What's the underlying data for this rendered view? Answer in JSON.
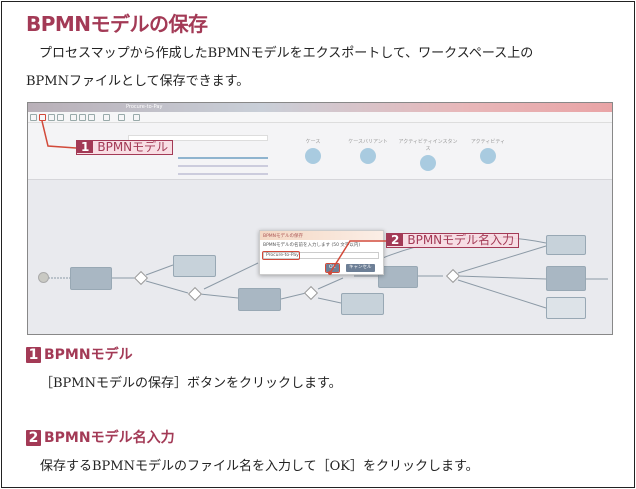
{
  "title": "BPMNモデルの保存",
  "intro": [
    "　プロセスマップから作成したBPMNモデルをエクスポートして、ワークスペース上の",
    "BPMNファイルとして保存できます。"
  ],
  "screenshot": {
    "window_title": "Procure-to-Pay",
    "stats": [
      "ケース",
      "ケースバリアント",
      "アクティビティインスタンス",
      "アクティビティ"
    ],
    "dialog": {
      "title": "BPMNモデルの保存",
      "prompt": "BPMNモデルの名前を入力します (50 文字以内)",
      "value": "Procure-to-Pay",
      "ok": "OK",
      "cancel": "キャンセル"
    },
    "callouts": [
      {
        "num": "1",
        "label": "BPMNモデル"
      },
      {
        "num": "2",
        "label": "BPMNモデル名入力"
      }
    ],
    "highlight_color": "#d24a3a"
  },
  "sections": [
    {
      "num": "1",
      "heading": "BPMNモデル",
      "text": "［BPMNモデルの保存］ボタンをクリックします。"
    },
    {
      "num": "2",
      "heading": "BPMNモデル名入力",
      "text": "保存するBPMNモデルのファイル名を入力して［OK］をクリックします。"
    }
  ],
  "accent": "#a33a56"
}
